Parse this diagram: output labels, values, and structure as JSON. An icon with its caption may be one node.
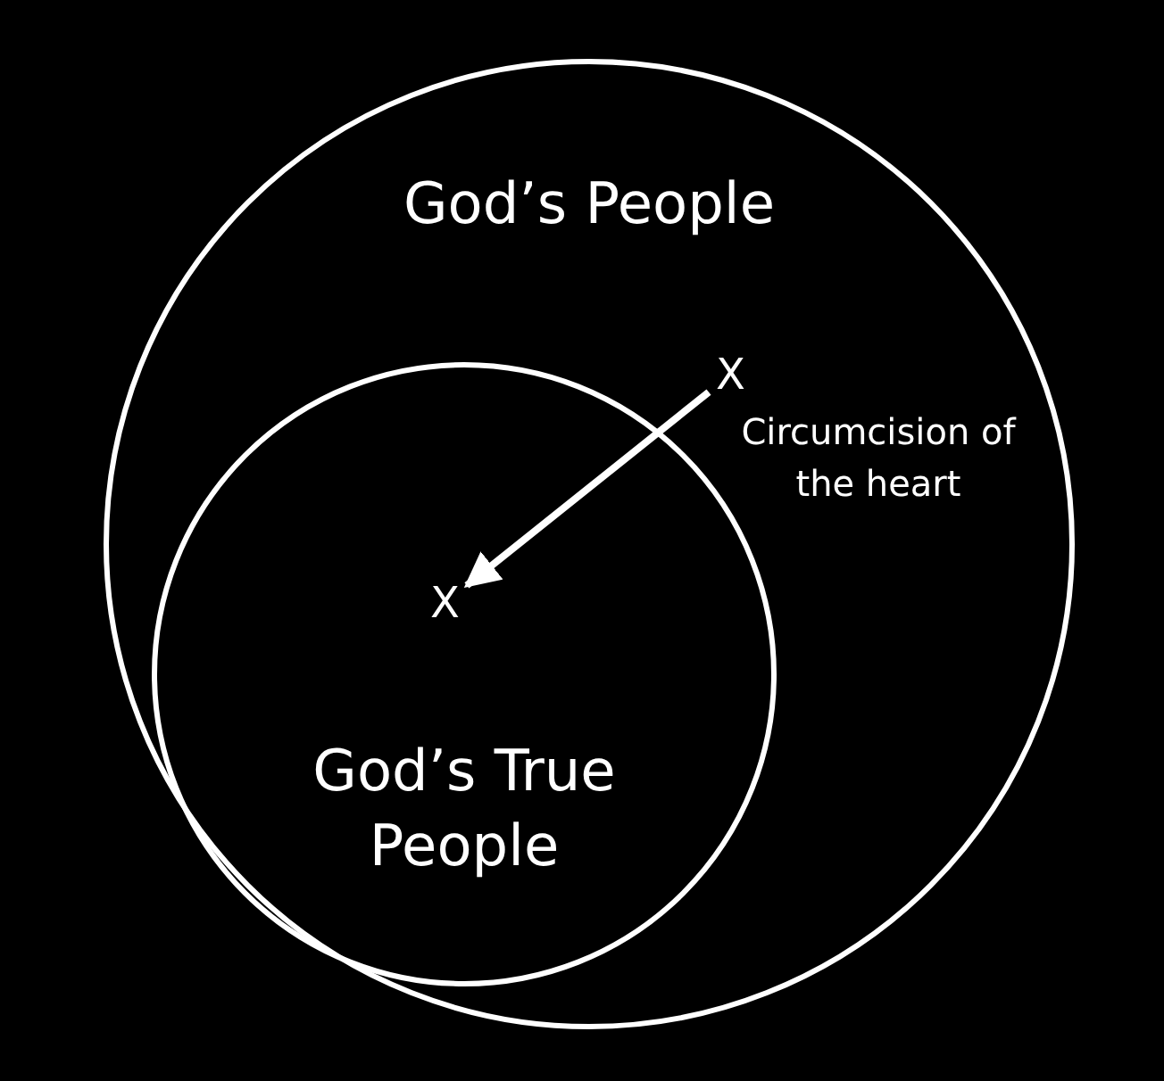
{
  "diagram": {
    "nodes": [
      {
        "text": [
          "God’s People"
        ]
      },
      {
        "text": [
          "God’s True People"
        ],
        "in": 0
      },
      {
        "text": [
          "X"
        ],
        "in": 0
      },
      {
        "text": [
          "X"
        ],
        "in": 1
      }
    ],
    "edges": [
      {
        "from": 2,
        "to": 3,
        "arrow": "to",
        "label": "Circumcision of the heart"
      }
    ]
  }
}
